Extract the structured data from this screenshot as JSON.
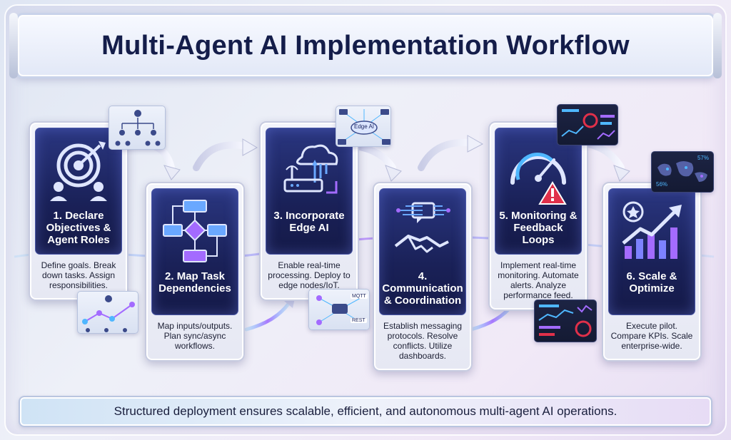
{
  "title": "Multi-Agent AI Implementation Workflow",
  "footer": "Structured deployment ensures scalable, efficient, and autonomous multi-agent AI operations.",
  "colors": {
    "title_text": "#141d4a",
    "card_dark": "#1a2158",
    "accent_blue": "#4fb7ff",
    "accent_purple": "#a36bff",
    "alert_red": "#e0304a"
  },
  "steps": [
    {
      "title": "1. Declare Objectives & Agent Roles",
      "desc": "Define goals. Break down tasks. Assign responsibilities.",
      "icon": "target-icon"
    },
    {
      "title": "2. Map Task Dependencies",
      "desc": "Map inputs/outputs. Plan sync/async workflows.",
      "icon": "flowchart-icon"
    },
    {
      "title": "3. Incorporate Edge AI",
      "desc": "Enable real-time processing. Deploy to edge nodes/IoT.",
      "icon": "cloud-router-icon"
    },
    {
      "title": "4. Communication & Coordination",
      "desc": "Establish messaging protocols. Resolve conflicts. Utilize dashboards.",
      "icon": "handshake-icon"
    },
    {
      "title": "5. Monitoring & Feedback Loops",
      "desc": "Implement real-time monitoring. Automate alerts. Analyze performance feed.",
      "icon": "gauge-alert-icon"
    },
    {
      "title": "6. Scale & Optimize",
      "desc": "Execute pilot. Compare KPIs. Scale enterprise-wide.",
      "icon": "growth-chart-icon"
    }
  ],
  "thumbnails": {
    "edge": "Edge AI",
    "mqtt": "MQTT",
    "rest": "REST",
    "pct_top": "57%",
    "pct_bottom": "56%"
  }
}
